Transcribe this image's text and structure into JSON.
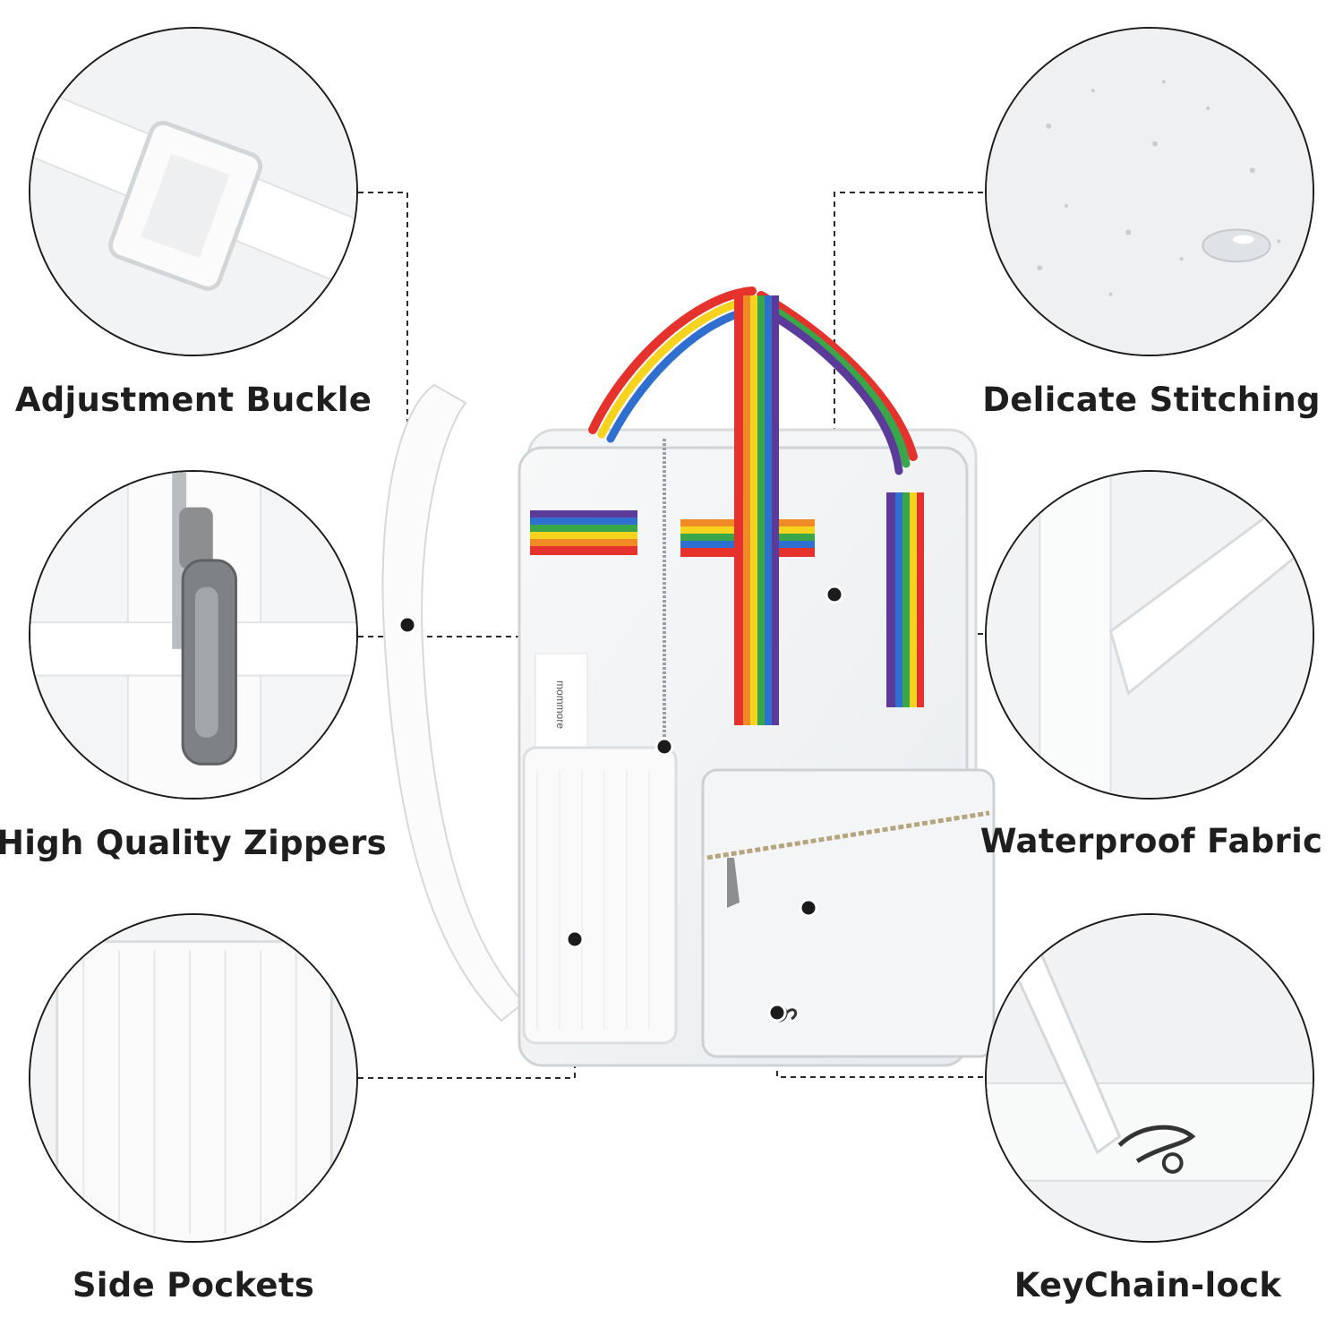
{
  "features": [
    {
      "label": "Adjustment Buckle"
    },
    {
      "label": "Delicate Stitching"
    },
    {
      "label": "High Quality Zippers"
    },
    {
      "label": "Waterproof Fabric"
    },
    {
      "label": "Side Pockets"
    },
    {
      "label": "KeyChain-lock"
    }
  ],
  "product": {
    "brand_tag": "mommore"
  },
  "colors": {
    "rainbow": [
      "#e5322d",
      "#f08a24",
      "#f5d31f",
      "#3aa64a",
      "#2f6fd0",
      "#5b3a9a"
    ],
    "outline": "#1b1b1b",
    "zipper_metal": "#8c8e90"
  }
}
